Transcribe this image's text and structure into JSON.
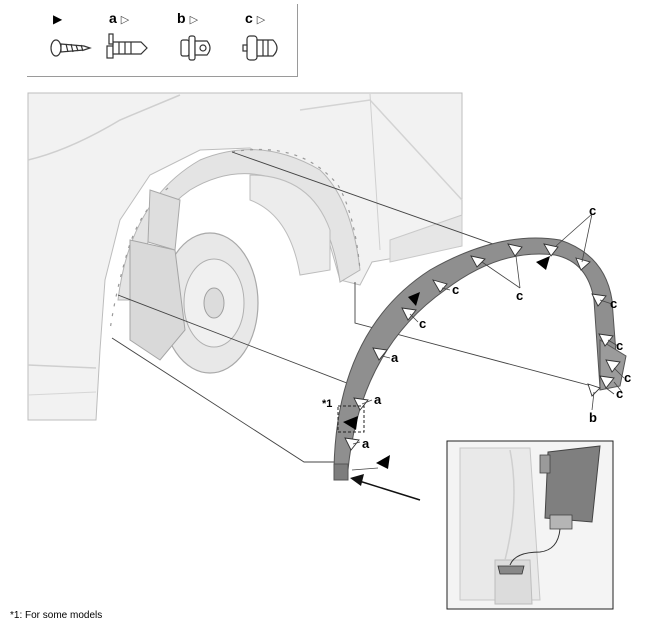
{
  "legend": {
    "items": [
      {
        "key": "",
        "marker": "solid-triangle",
        "icon": "screw-icon"
      },
      {
        "key": "a",
        "marker": "hollow-triangle",
        "icon": "clip-a-icon"
      },
      {
        "key": "b",
        "marker": "hollow-triangle",
        "icon": "clip-b-icon"
      },
      {
        "key": "c",
        "marker": "hollow-triangle",
        "icon": "clip-c-icon"
      }
    ]
  },
  "labels": {
    "c": "c",
    "a": "a",
    "b": "b",
    "ref1": "*1"
  },
  "footnote": "*1: For some models",
  "colors": {
    "panel": "#f2f2f2",
    "part": "#8f8f8f",
    "line": "#444444"
  }
}
